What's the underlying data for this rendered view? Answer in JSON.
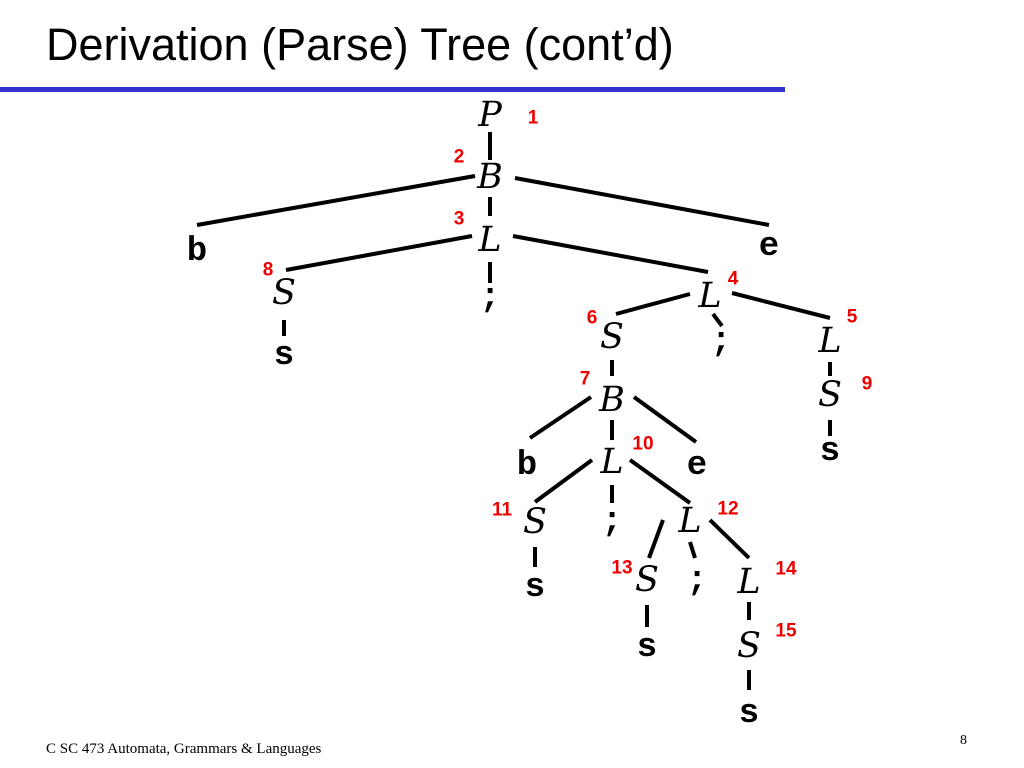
{
  "slide": {
    "title": "Derivation (Parse) Tree (cont’d)",
    "footer_course": "C SC 473 Automata, Grammars & Languages",
    "page_number": "8"
  },
  "colors": {
    "title_rule": "#3333cc",
    "step_numbers": "#ee0000"
  },
  "tree": {
    "nodes": [
      {
        "id": "P",
        "symbol": "P",
        "kind": "nonterminal",
        "step": "1"
      },
      {
        "id": "B1",
        "symbol": "B",
        "kind": "nonterminal",
        "step": "2"
      },
      {
        "id": "b1",
        "symbol": "b",
        "kind": "terminal"
      },
      {
        "id": "L1",
        "symbol": "L",
        "kind": "nonterminal",
        "step": "3"
      },
      {
        "id": "e1",
        "symbol": "e",
        "kind": "terminal"
      },
      {
        "id": "S8",
        "symbol": "S",
        "kind": "nonterminal",
        "step": "8"
      },
      {
        "id": "sc1",
        "symbol": ";",
        "kind": "terminal"
      },
      {
        "id": "L4",
        "symbol": "L",
        "kind": "nonterminal",
        "step": "4"
      },
      {
        "id": "s8",
        "symbol": "s",
        "kind": "terminal"
      },
      {
        "id": "S6",
        "symbol": "S",
        "kind": "nonterminal",
        "step": "6"
      },
      {
        "id": "sc2",
        "symbol": ";",
        "kind": "terminal"
      },
      {
        "id": "L5",
        "symbol": "L",
        "kind": "nonterminal",
        "step": "5"
      },
      {
        "id": "B7",
        "symbol": "B",
        "kind": "nonterminal",
        "step": "7"
      },
      {
        "id": "S9",
        "symbol": "S",
        "kind": "nonterminal",
        "step": "9"
      },
      {
        "id": "b2",
        "symbol": "b",
        "kind": "terminal"
      },
      {
        "id": "L10",
        "symbol": "L",
        "kind": "nonterminal",
        "step": "10"
      },
      {
        "id": "e2",
        "symbol": "e",
        "kind": "terminal"
      },
      {
        "id": "s9",
        "symbol": "s",
        "kind": "terminal"
      },
      {
        "id": "S11",
        "symbol": "S",
        "kind": "nonterminal",
        "step": "11"
      },
      {
        "id": "sc3",
        "symbol": ";",
        "kind": "terminal"
      },
      {
        "id": "L12",
        "symbol": "L",
        "kind": "nonterminal",
        "step": "12"
      },
      {
        "id": "s11",
        "symbol": "s",
        "kind": "terminal"
      },
      {
        "id": "S13",
        "symbol": "S",
        "kind": "nonterminal",
        "step": "13"
      },
      {
        "id": "sc4",
        "symbol": ";",
        "kind": "terminal"
      },
      {
        "id": "L14",
        "symbol": "L",
        "kind": "nonterminal",
        "step": "14"
      },
      {
        "id": "s13",
        "symbol": "s",
        "kind": "terminal"
      },
      {
        "id": "S15",
        "symbol": "S",
        "kind": "nonterminal",
        "step": "15"
      },
      {
        "id": "s15",
        "symbol": "s",
        "kind": "terminal"
      }
    ],
    "edges": [
      [
        "P",
        "B1"
      ],
      [
        "B1",
        "b1"
      ],
      [
        "B1",
        "L1"
      ],
      [
        "B1",
        "e1"
      ],
      [
        "L1",
        "S8"
      ],
      [
        "L1",
        "sc1"
      ],
      [
        "L1",
        "L4"
      ],
      [
        "S8",
        "s8"
      ],
      [
        "L4",
        "S6"
      ],
      [
        "L4",
        "sc2"
      ],
      [
        "L4",
        "L5"
      ],
      [
        "S6",
        "B7"
      ],
      [
        "L5",
        "S9"
      ],
      [
        "S9",
        "s9"
      ],
      [
        "B7",
        "b2"
      ],
      [
        "B7",
        "L10"
      ],
      [
        "B7",
        "e2"
      ],
      [
        "L10",
        "S11"
      ],
      [
        "L10",
        "sc3"
      ],
      [
        "L10",
        "L12"
      ],
      [
        "S11",
        "s11"
      ],
      [
        "L12",
        "S13"
      ],
      [
        "L12",
        "sc4"
      ],
      [
        "L12",
        "L14"
      ],
      [
        "S13",
        "s13"
      ],
      [
        "L14",
        "S15"
      ],
      [
        "S15",
        "s15"
      ]
    ]
  }
}
